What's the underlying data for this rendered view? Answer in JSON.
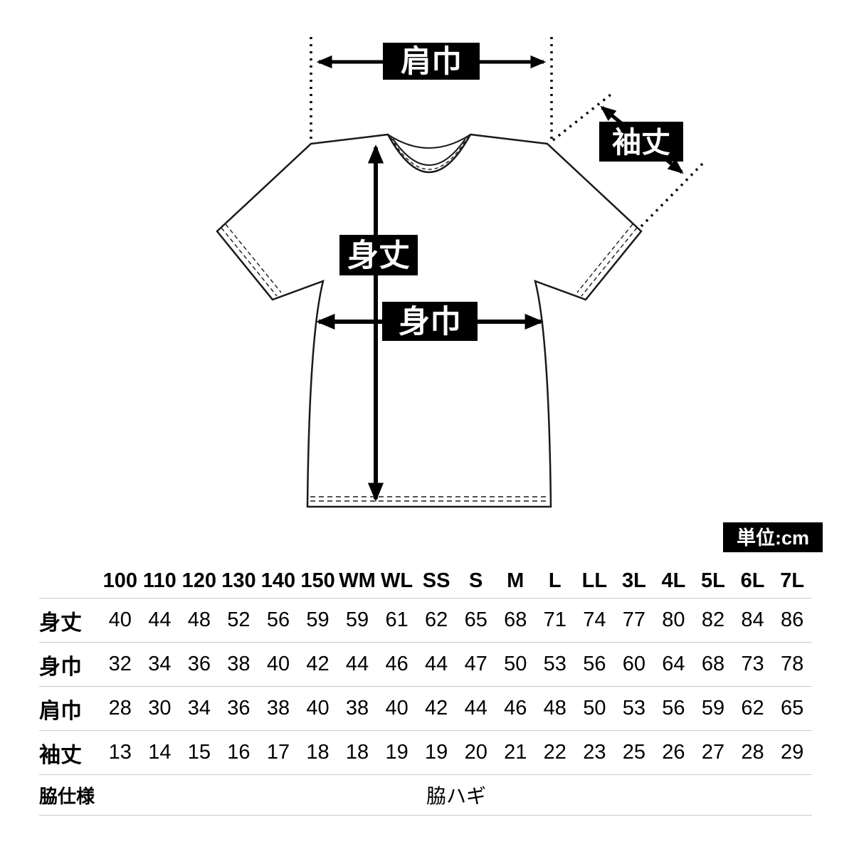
{
  "diagram": {
    "labels": {
      "shoulder_width": "肩巾",
      "sleeve_length": "袖丈",
      "body_length": "身丈",
      "body_width": "身巾"
    },
    "unit_label": "単位:cm",
    "label_bg_color": "#000000",
    "label_text_color": "#ffffff",
    "line_color": "#1a1a1a"
  },
  "size_table": {
    "columns": [
      "100",
      "110",
      "120",
      "130",
      "140",
      "150",
      "WM",
      "WL",
      "SS",
      "S",
      "M",
      "L",
      "LL",
      "3L",
      "4L",
      "5L",
      "6L",
      "7L"
    ],
    "rows": [
      {
        "label": "身丈",
        "values": [
          "40",
          "44",
          "48",
          "52",
          "56",
          "59",
          "59",
          "61",
          "62",
          "65",
          "68",
          "71",
          "74",
          "77",
          "80",
          "82",
          "84",
          "86"
        ]
      },
      {
        "label": "身巾",
        "values": [
          "32",
          "34",
          "36",
          "38",
          "40",
          "42",
          "44",
          "46",
          "44",
          "47",
          "50",
          "53",
          "56",
          "60",
          "64",
          "68",
          "73",
          "78"
        ]
      },
      {
        "label": "肩巾",
        "values": [
          "28",
          "30",
          "34",
          "36",
          "38",
          "40",
          "38",
          "40",
          "42",
          "44",
          "46",
          "48",
          "50",
          "53",
          "56",
          "59",
          "62",
          "65"
        ]
      },
      {
        "label": "袖丈",
        "values": [
          "13",
          "14",
          "15",
          "16",
          "17",
          "18",
          "18",
          "19",
          "19",
          "20",
          "21",
          "22",
          "23",
          "25",
          "26",
          "27",
          "28",
          "29"
        ]
      }
    ],
    "footer": {
      "label": "脇仕様",
      "value": "脇ハギ"
    }
  }
}
